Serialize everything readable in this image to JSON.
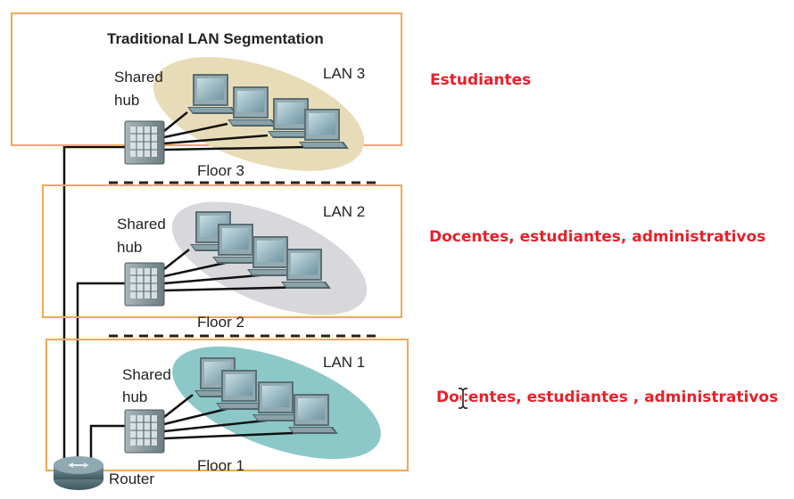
{
  "diagram": {
    "title": "Traditional LAN Segmentation",
    "router_label": "Router",
    "floors": [
      {
        "lan": "LAN 3",
        "floor": "Floor 3",
        "hub": [
          "Shared",
          "hub"
        ],
        "role": "Estudiantes"
      },
      {
        "lan": "LAN 2",
        "floor": "Floor 2",
        "hub": [
          "Shared",
          "hub"
        ],
        "role": "Docentes, estudiantes, administrativos"
      },
      {
        "lan": "LAN 1",
        "floor": "Floor 1",
        "hub": [
          "Shared",
          "hub"
        ],
        "role": "Docentes, estudiantes , administrativos"
      }
    ]
  },
  "colors": {
    "box_border": "#f0a858",
    "lan3_ellipse": "#e8dcb8",
    "lan2_ellipse": "#d8d8dc",
    "lan1_ellipse": "#8cc8c8",
    "annotation": "#e8202a"
  },
  "icons": [
    "hub-icon",
    "computer-icon",
    "router-icon",
    "text-cursor-icon"
  ]
}
